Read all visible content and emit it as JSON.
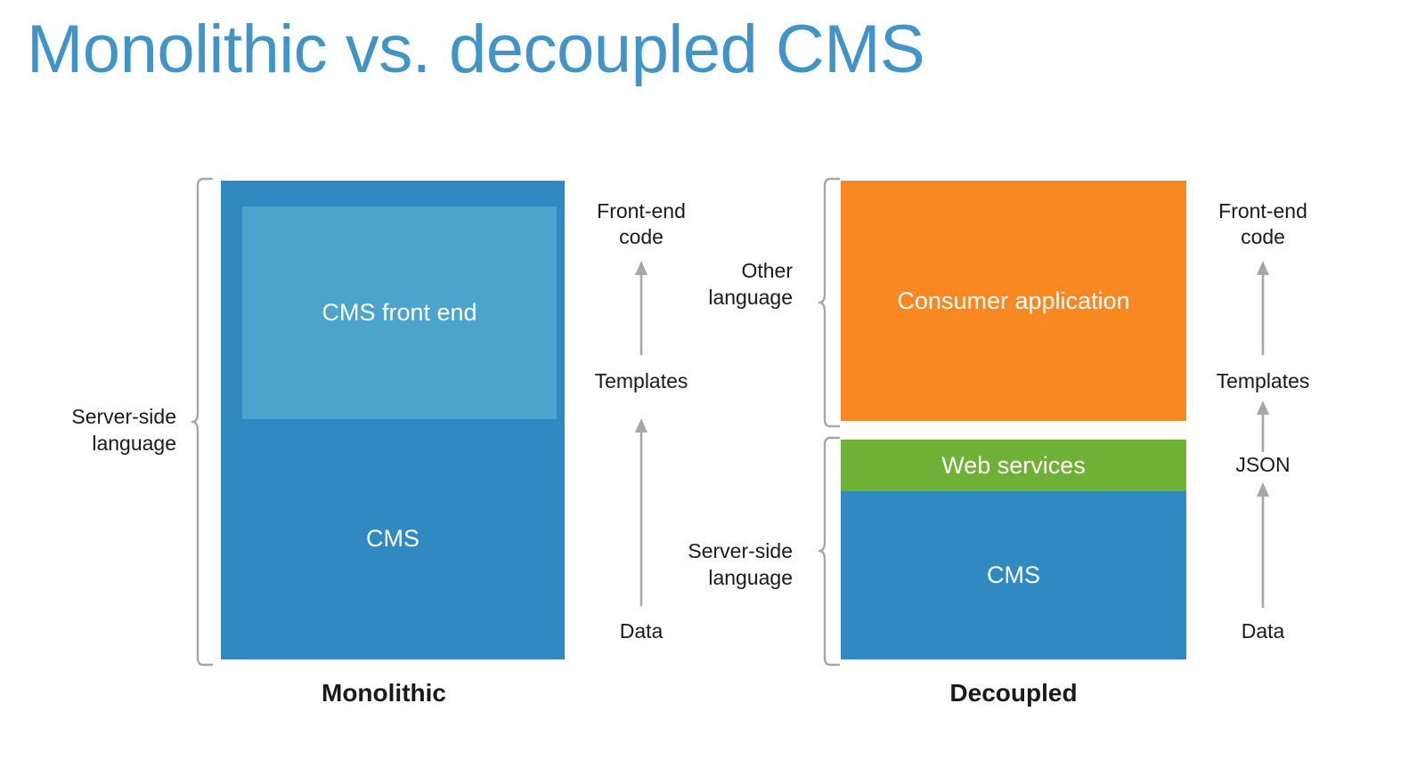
{
  "slide": {
    "title": "Monolithic vs. decoupled CMS",
    "title_color": "#4095c6",
    "background": "#ffffff"
  },
  "monolithic": {
    "caption": "Monolithic",
    "brace_label": "Server-side\nlanguage",
    "boxes": [
      {
        "id": "cms",
        "label": "CMS",
        "color": "#3189c2"
      },
      {
        "id": "cms-front-end",
        "label": "CMS front end",
        "color": "#4ca3cc"
      }
    ],
    "flow": {
      "top_label": "Front-end\ncode",
      "middle_label": "Templates",
      "bottom_label": "Data",
      "arrow_color": "#a6a6a6"
    }
  },
  "decoupled": {
    "caption": "Decoupled",
    "brace_label_top": "Other\nlanguage",
    "brace_label_bottom": "Server-side\nlanguage",
    "boxes": [
      {
        "id": "consumer-application",
        "label": "Consumer application",
        "color": "#f98722"
      },
      {
        "id": "web-services",
        "label": "Web services",
        "color": "#6fb036"
      },
      {
        "id": "cms",
        "label": "CMS",
        "color": "#3189c2"
      }
    ],
    "flow": {
      "top_label": "Front-end\ncode",
      "second_label": "Templates",
      "third_label": "JSON",
      "bottom_label": "Data",
      "arrow_color": "#a6a6a6"
    }
  }
}
